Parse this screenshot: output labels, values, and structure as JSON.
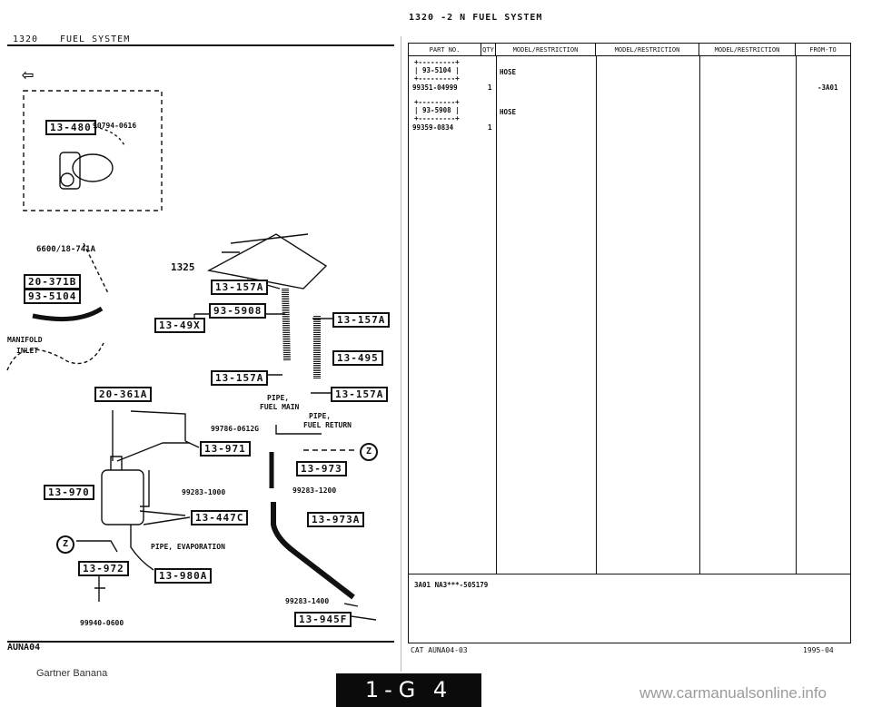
{
  "header": {
    "top_title": "1320  -2 N  FUEL SYSTEM",
    "section_code": "1320",
    "section_name": "FUEL SYSTEM"
  },
  "diagram": {
    "ref_6600": "6600/18-741A",
    "ref_1325": "1325",
    "inset_part_box": "13-480",
    "inset_part_no": "90794-0616",
    "boxes": {
      "b20_371b": "20-371B",
      "b93_5104": "93-5104",
      "b13_157a_1": "13-157A",
      "b93_5908": "93-5908",
      "b13_49x": "13-49X",
      "b13_157a_2": "13-157A",
      "b13_495": "13-495",
      "b13_157a_3": "13-157A",
      "b13_157a_4": "13-157A",
      "b20_361a": "20-361A",
      "b13_971": "13-971",
      "b13_973": "13-973",
      "b13_970": "13-970",
      "b13_447c": "13-447C",
      "b13_973a": "13-973A",
      "b13_972": "13-972",
      "b13_980a": "13-980A",
      "b13_945f": "13-945F"
    },
    "labels": {
      "manifold": "MANIFOLD",
      "inlet": "INLET",
      "pipe_main_1": "PIPE,",
      "pipe_main_2": "FUEL MAIN",
      "pipe_return_1": "PIPE,",
      "pipe_return_2": "FUEL RETURN",
      "p99786": "99786-0612G",
      "p99283_1000": "99283-1000",
      "p99283_1200": "99283-1200",
      "pipe_evap": "PIPE, EVAPORATION",
      "p99283_1400": "99283-1400",
      "p99940": "99940-0600",
      "z": "Z"
    },
    "code_bottom": "AUNA04"
  },
  "table": {
    "headers": [
      "PART NO.",
      "QTY",
      "MODEL/RESTRICTION",
      "MODEL/RESTRICTION",
      "MODEL/RESTRICTION",
      "FROM-TO"
    ],
    "rows": [
      {
        "ref": "93-5104",
        "part": "99351-04999",
        "qty": "1",
        "desc": "HOSE",
        "from_to": "-3A01"
      },
      {
        "ref": "93-5908",
        "part": "99359-0834",
        "qty": "1",
        "desc": "HOSE",
        "from_to": ""
      }
    ],
    "footnote": "3A01  NA3***-505179",
    "cat": "CAT  AUNA04-03",
    "date": "1995-04"
  },
  "footer": {
    "credit": "Gartner Banana",
    "banner": "1-G 4",
    "watermark": "www.carmanualsonline.info"
  }
}
